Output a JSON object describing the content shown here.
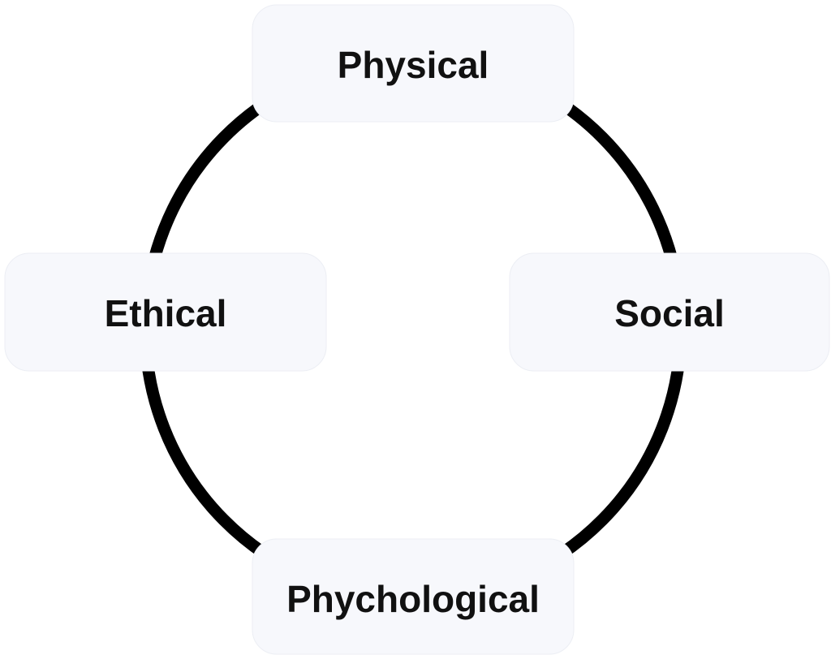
{
  "diagram": {
    "type": "cycle",
    "colors": {
      "ring": "#000000",
      "box_fill": "#f7f8fc",
      "box_stroke": "#eceef4",
      "text": "#111111"
    },
    "nodes": [
      {
        "id": "top",
        "label": "Physical"
      },
      {
        "id": "right",
        "label": "Social"
      },
      {
        "id": "bottom",
        "label": "Phychological"
      },
      {
        "id": "left",
        "label": "Ethical"
      }
    ]
  }
}
